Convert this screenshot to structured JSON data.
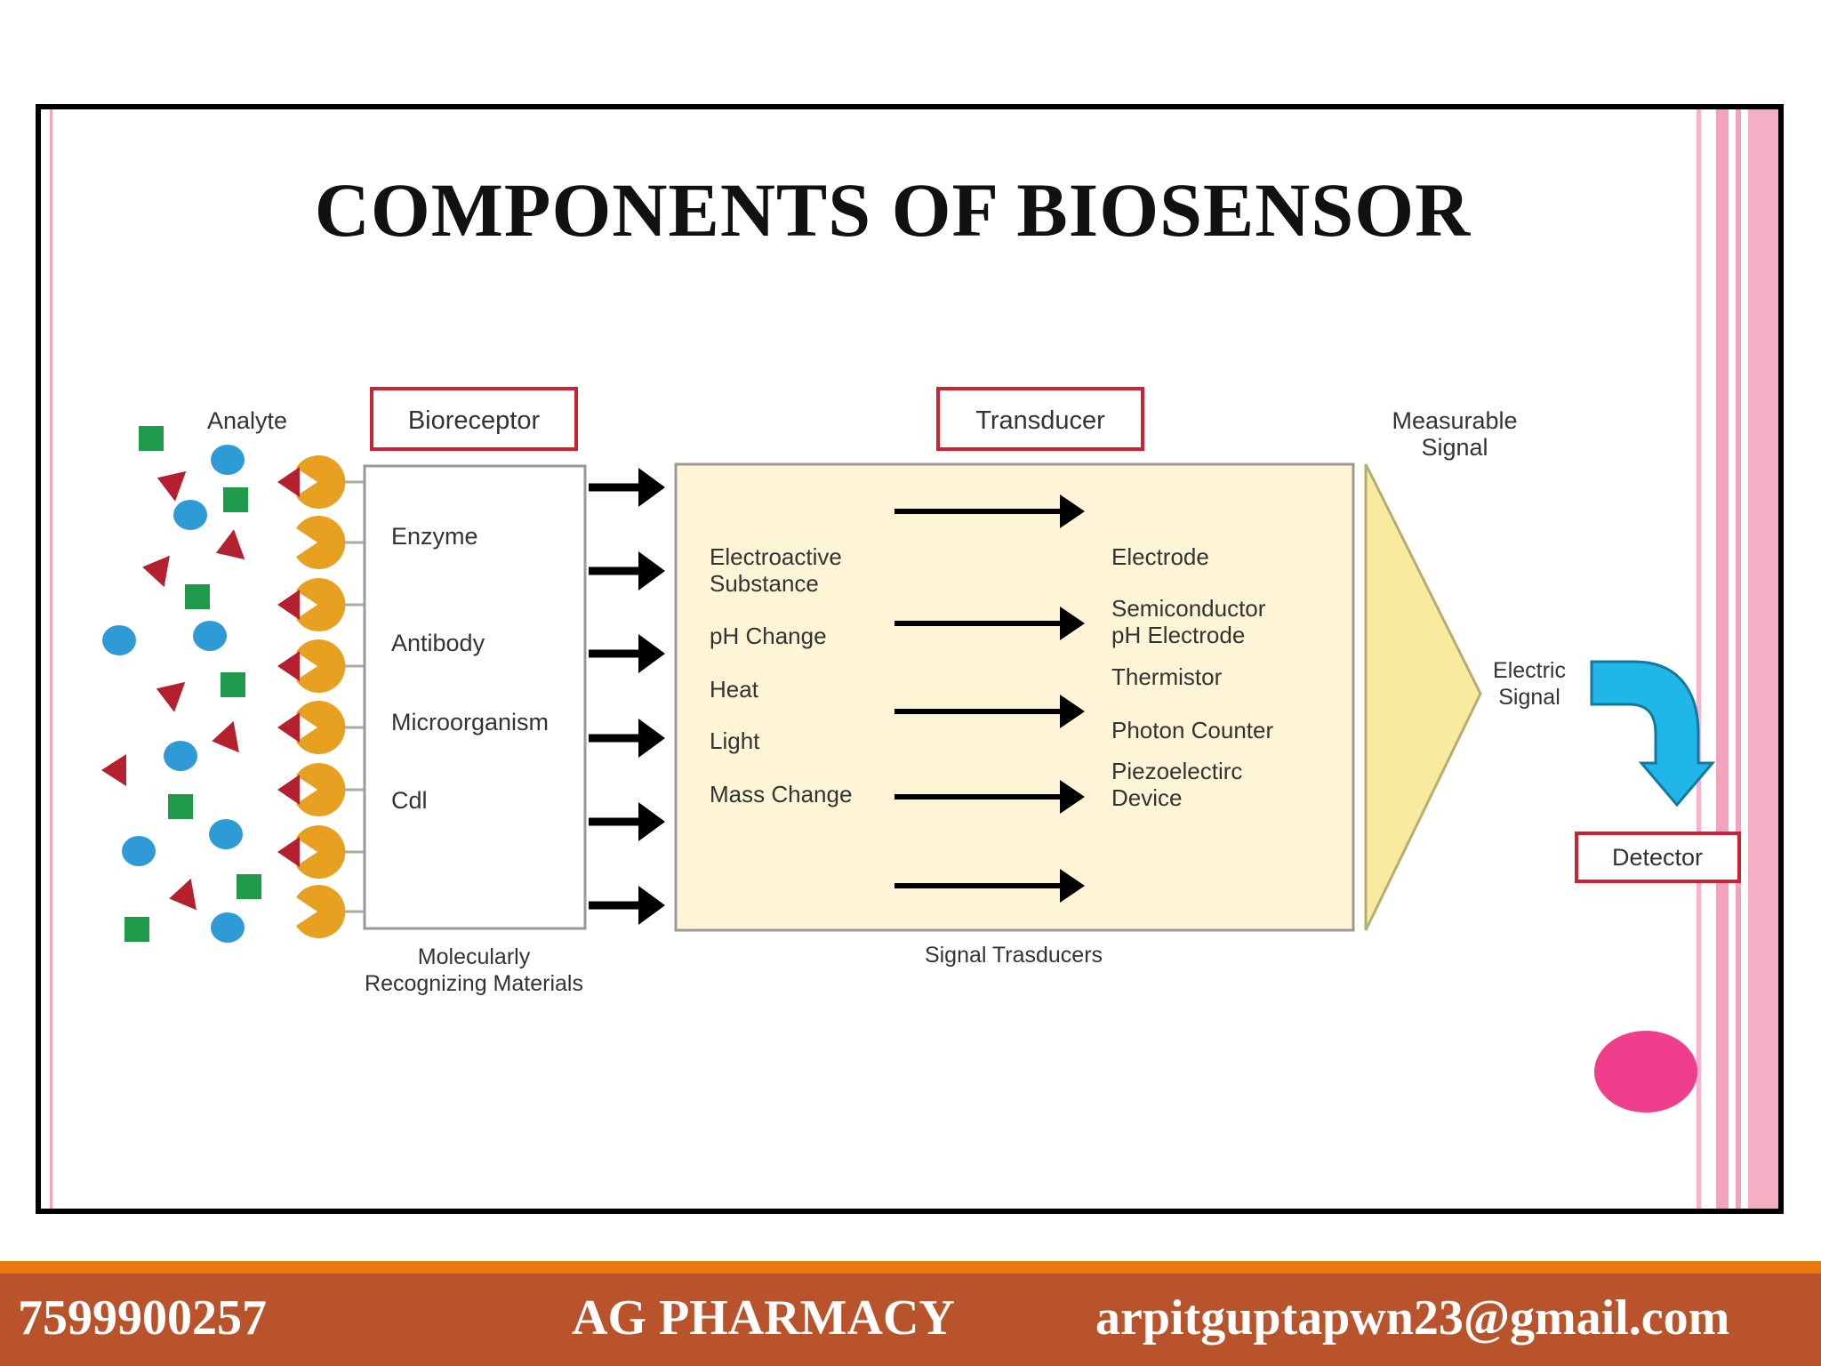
{
  "title": "COMPONENTS OF BIOSENSOR",
  "diagram": {
    "analyte_label": "Analyte",
    "bioreceptor_label": "Bioreceptor",
    "bioreceptor_items": [
      "Enzyme",
      "Antibody",
      "Microorganism",
      "Cdl"
    ],
    "bioreceptor_caption": [
      "Molecularly",
      "Recognizing Materials"
    ],
    "transducer_label": "Transducer",
    "signal_types": [
      [
        "Electroactive",
        "Substance"
      ],
      [
        "pH Change"
      ],
      [
        "Heat"
      ],
      [
        "Light"
      ],
      [
        "Mass Change"
      ]
    ],
    "transducer_devices": [
      [
        "Electrode"
      ],
      [
        "Semiconductor",
        "pH Electrode"
      ],
      [
        "Thermistor"
      ],
      [
        "Photon Counter"
      ],
      [
        "Piezoelectirc",
        "Device"
      ]
    ],
    "transducer_caption": "Signal Trasducers",
    "measurable_signal": [
      "Measurable",
      "Signal"
    ],
    "electric_signal": [
      "Electric",
      "Signal"
    ],
    "detector_label": "Detector"
  },
  "footer": {
    "phone": "7599900257",
    "brand": "AG PHARMACY",
    "email": "arpitguptapwn23@gmail.com"
  },
  "colors": {
    "frame_border": "#000000",
    "pink_stripe": "#f2a3bd",
    "highlight_box": "#cc2233",
    "transducer_fill": "#fdf5d6",
    "signal_arrow": "#f8eba0",
    "detector_arrow": "#21b6e8",
    "analyte_square": "#1e9a4a",
    "analyte_circle": "#2e9bd6",
    "analyte_wedge": "#b4202e",
    "receptor": "#e8a021",
    "pink_dot": "#ee3e8c",
    "footer_bg": "#b8532b",
    "footer_line": "#e8790f"
  }
}
